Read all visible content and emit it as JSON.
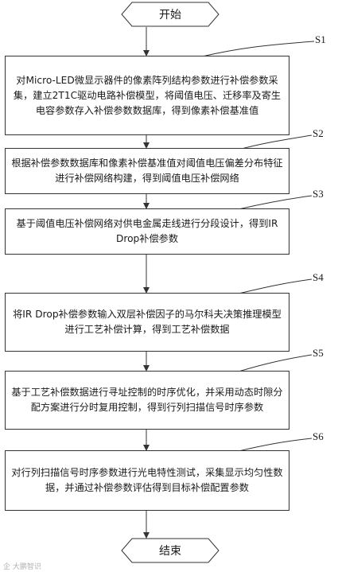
{
  "start_label": "开始",
  "end_label": "结束",
  "steps": [
    {
      "id": "S1",
      "text": "对Micro-LED微显示器件的像素阵列结构参数进行补偿参数采集，建立2T1C驱动电路补偿模型，将阈值电压、迁移率及寄生电容参数存入补偿参数数据库，得到像素补偿基准值"
    },
    {
      "id": "S2",
      "text": "根据补偿参数数据库和像素补偿基准值对阈值电压偏差分布特征进行补偿网络构建，得到阈值电压补偿网络"
    },
    {
      "id": "S3",
      "text": "基于阈值电压补偿网络对供电金属走线进行分段设计，得到IR Drop补偿参数"
    },
    {
      "id": "S4",
      "text": "将IR Drop补偿参数输入双层补偿因子的马尔科夫决策推理模型进行工艺补偿计算，得到工艺补偿数据"
    },
    {
      "id": "S5",
      "text": "基于工艺补偿数据进行寻址控制的时序优化，并采用动态时隙分配方案进行分时复用控制，得到行列扫描信号时序参数"
    },
    {
      "id": "S6",
      "text": "对行列扫描信号时序参数进行光电特性测试，采集显示均匀性数据，并通过补偿参数评估得到目标补偿配置参数"
    }
  ],
  "watermark": "企 大鹏智识",
  "colors": {
    "line": "#333333",
    "text": "#1a1a1a"
  }
}
